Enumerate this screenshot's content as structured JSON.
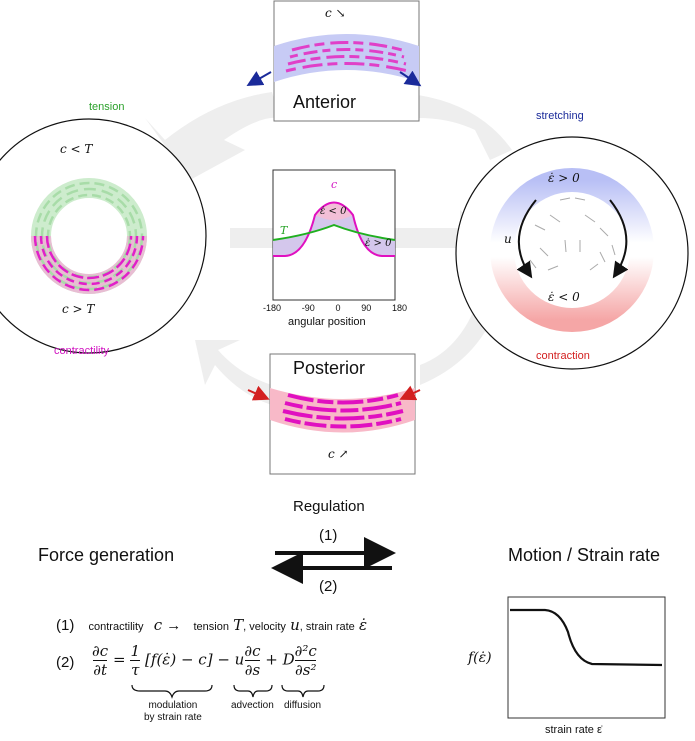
{
  "labels": {
    "tension": "tension",
    "contractility": "contractility",
    "stretching": "stretching",
    "contraction": "contraction",
    "anterior": "Anterior",
    "posterior": "Posterior",
    "c_lt_T": "c < T",
    "c_gt_T": "c > T",
    "c_down": "c ↘",
    "c_up": "c ↗",
    "u": "u",
    "edot_pos": "ε̇ > 0",
    "edot_neg": "ε̇ < 0"
  },
  "plot": {
    "c_label": "c",
    "T_label": "T",
    "edot_neg": "ε̇ < 0",
    "edot_pos": "ε̇ > 0",
    "xticks": [
      "-180",
      "-90",
      "0",
      "90",
      "180"
    ],
    "xlabel": "angular position"
  },
  "regulation": {
    "title": "Regulation",
    "arrow1": "(1)",
    "arrow2": "(2)",
    "left": "Force generation",
    "right": "Motion / Strain rate"
  },
  "equations": {
    "eq1_num": "(1)",
    "eq1_a": "contractility",
    "eq1_c": "c",
    "eq1_arrow": "→",
    "eq1_b": "tension",
    "eq1_T": "T",
    "eq1_sep1": ", velocity",
    "eq1_u": "u",
    "eq1_sep2": ",  strain rate",
    "eq1_e": "ε̇",
    "eq2_num": "(2)",
    "brace1": "modulation",
    "brace1b": "by strain rate",
    "brace2": "advection",
    "brace3": "diffusion"
  },
  "inset": {
    "ylabel": "f(ε̇)",
    "xlabel": "strain rate ε̇"
  }
}
